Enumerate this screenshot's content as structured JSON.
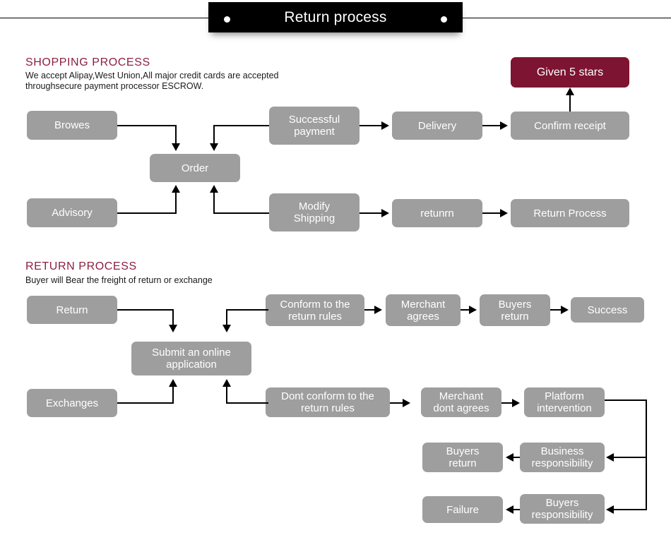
{
  "banner": {
    "title": "Return process",
    "dot_left": "bullet-dot",
    "dot_right": "bullet-dot"
  },
  "sections": {
    "shopping": {
      "title": "SHOPPING PROCESS",
      "description": "We accept Alipay,West Union,All major credit cards are accepted\nthroughsecure payment processor ESCROW."
    },
    "returns": {
      "title": "RETURN PROCESS",
      "description": "Buyer will Bear the freight of return or exchange"
    }
  },
  "colors": {
    "accent": "#7d1431",
    "heading": "#8c1f40",
    "node": "#9e9e9e",
    "node_text": "#ffffff",
    "connector": "#000000",
    "banner_bg": "#000000",
    "page_bg": "#ffffff"
  },
  "shopping_nodes": {
    "browes": "Browes",
    "advisory": "Advisory",
    "order": "Order",
    "successful_payment": "Successful\npayment",
    "modify_shipping": "Modify\nShipping",
    "delivery": "Delivery",
    "retunrn": "retunrn",
    "confirm_receipt": "Confirm receipt",
    "return_process": "Return Process",
    "given_5_stars": "Given 5 stars"
  },
  "return_nodes": {
    "return": "Return",
    "exchanges": "Exchanges",
    "submit_online_application": "Submit an online\napplication",
    "conform_rules": "Conform to the\nreturn rules",
    "dont_conform_rules": "Dont conform to the\nreturn rules",
    "merchant_agrees": "Merchant\nagrees",
    "merchant_dont_agrees": "Merchant\ndont agrees",
    "buyers_return_top": "Buyers\nreturn",
    "success": "Success",
    "platform_intervention": "Platform\nintervention",
    "business_responsibility": "Business\nresponsibility",
    "buyers_return_bottom": "Buyers\nreturn",
    "buyers_responsibility": "Buyers\nresponsibility",
    "failure": "Failure"
  }
}
